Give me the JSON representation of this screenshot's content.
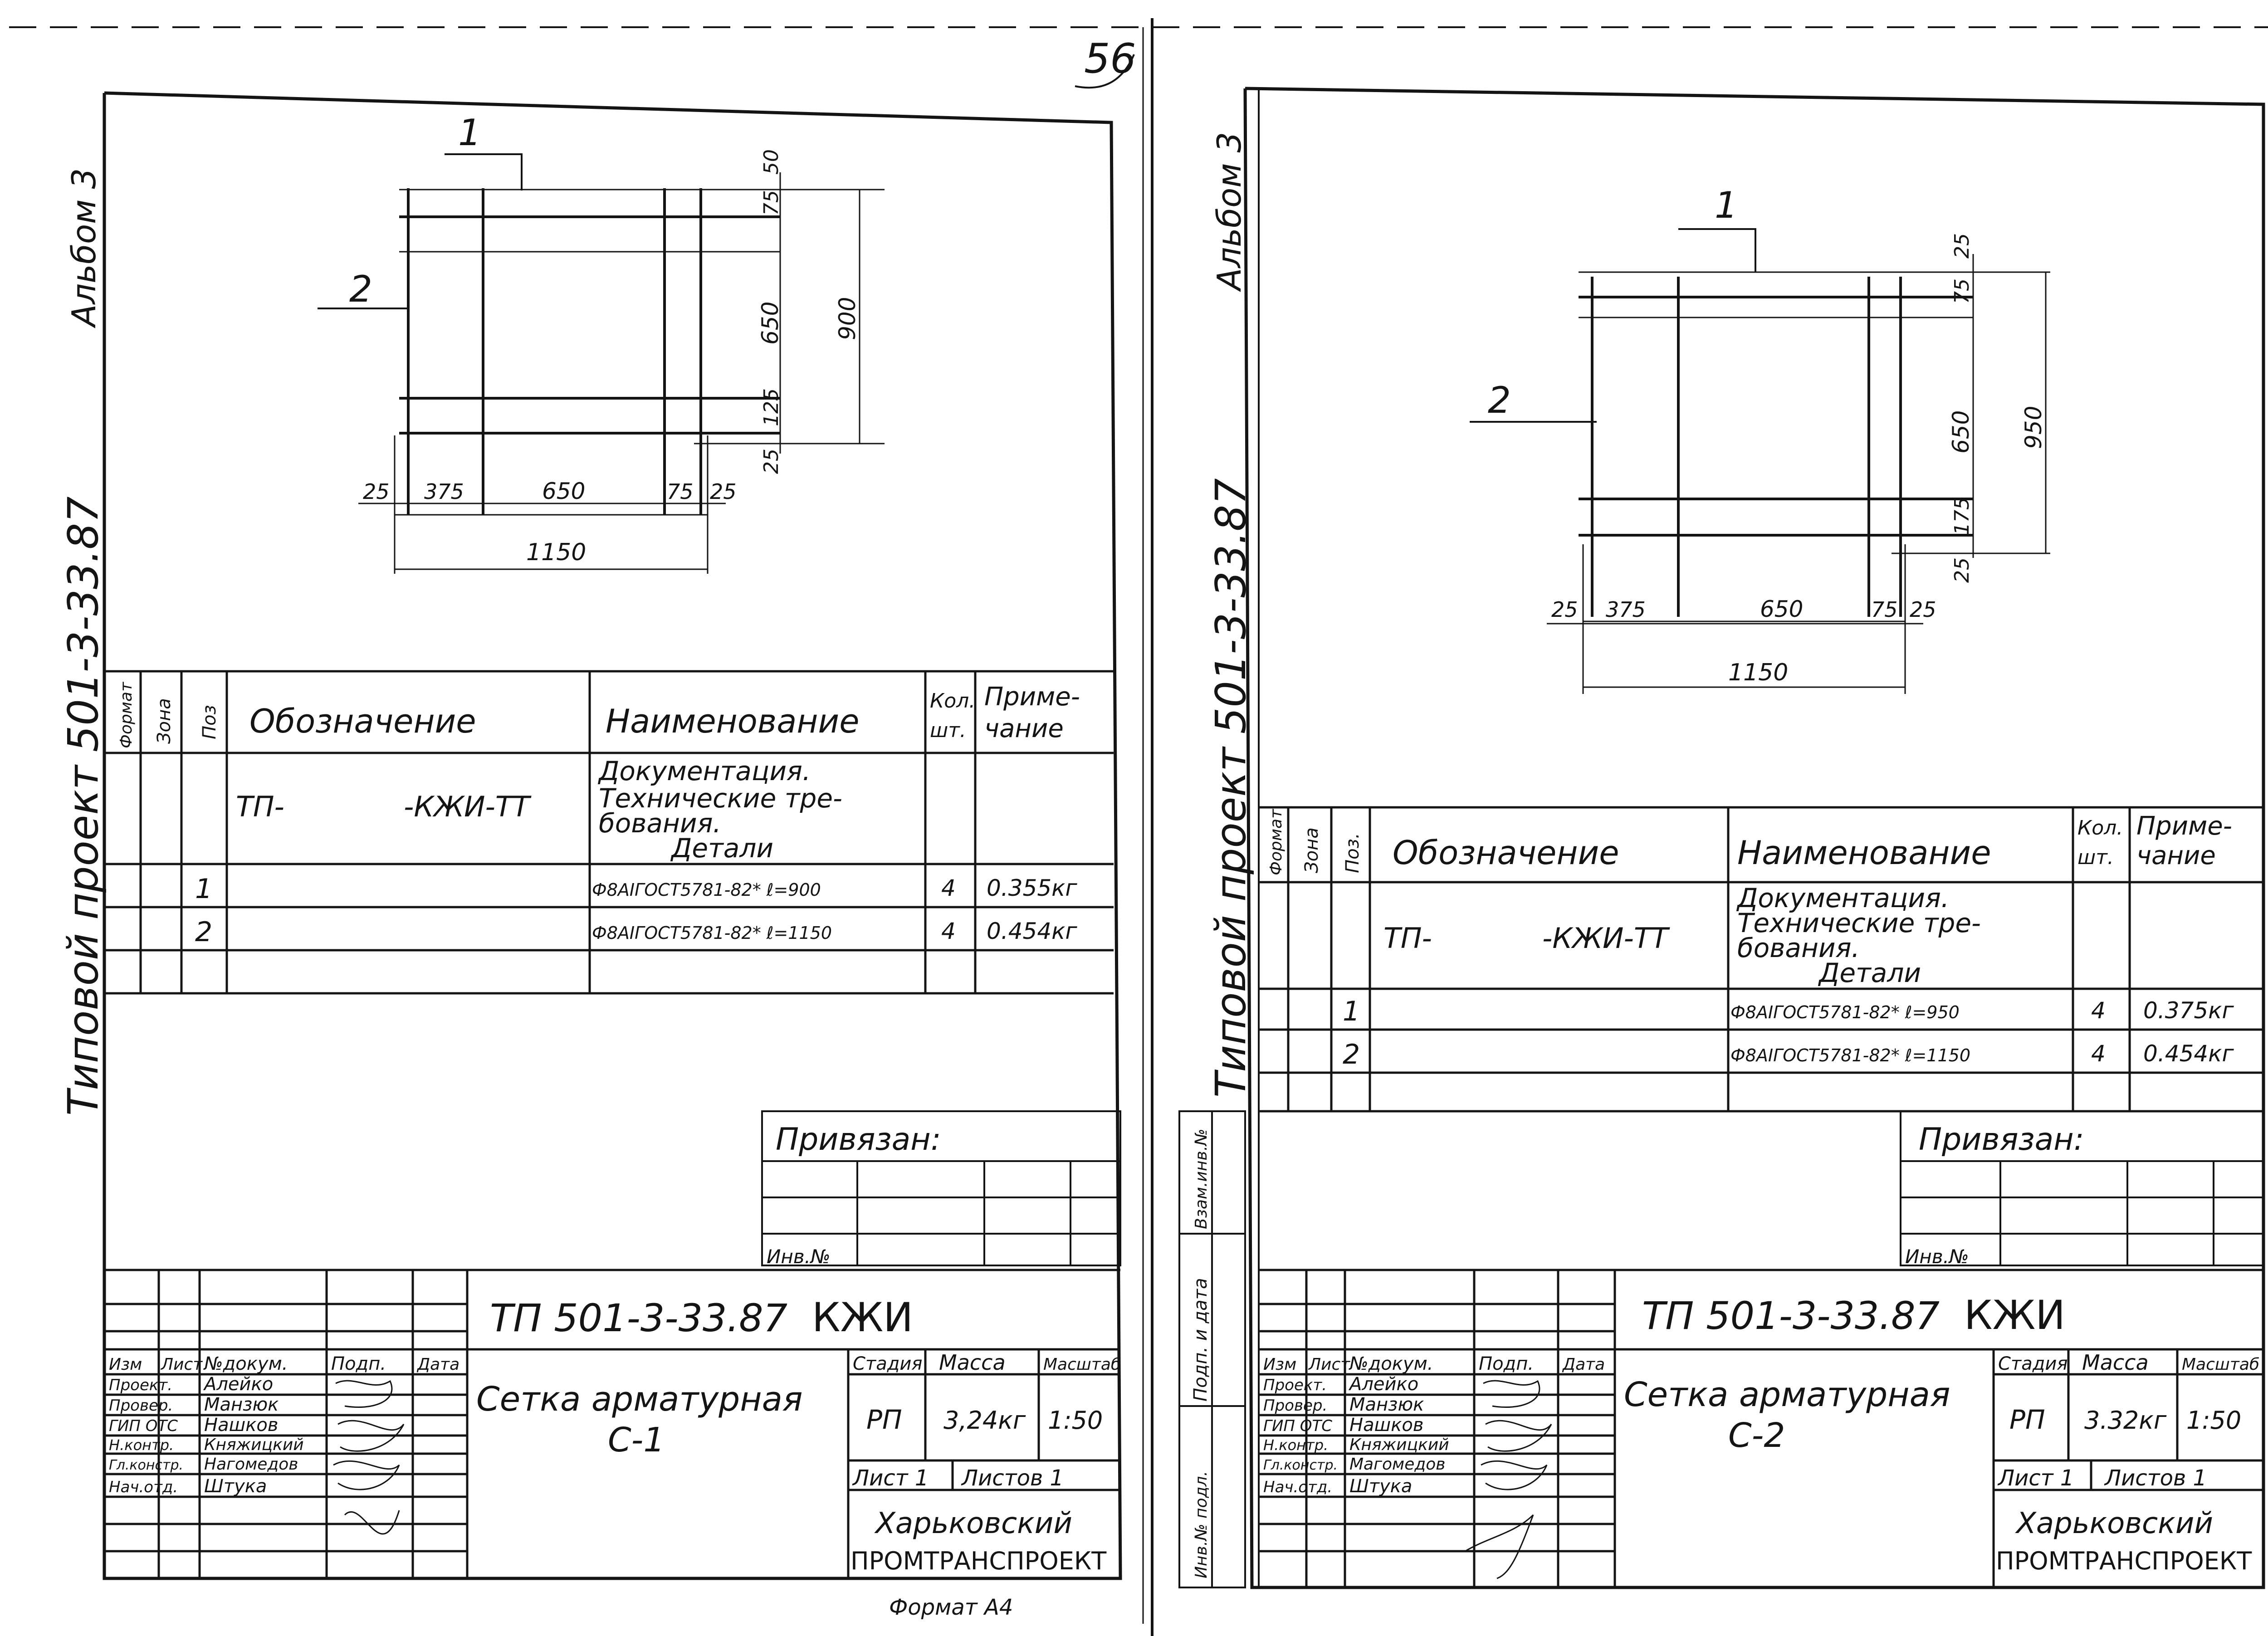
{
  "page_number": "56",
  "left_sheet": {
    "album": "Альбом 3",
    "project": "Типовой проект 501-3-33.87",
    "leader_1": "1",
    "leader_2": "2",
    "dims": {
      "top_a": "50",
      "top_b": "75",
      "mid": "650",
      "low_a": "125",
      "low_b": "25",
      "total_v": "900",
      "h1": "25",
      "h2": "375",
      "h3": "650",
      "h4": "75",
      "h5": "25",
      "total_h": "1150"
    },
    "spec": {
      "headers": [
        "Формат",
        "Зона",
        "Поз",
        "Обозначение",
        "Наименование",
        "Кол. шт.",
        "Примечание"
      ],
      "h_kol": [
        "Кол.",
        "шт."
      ],
      "h_prim": [
        "Приме-",
        "чание"
      ],
      "doc_code_a": "ТП-",
      "doc_code_b": "-КЖИ-ТТ",
      "doc_name": [
        "Документация.",
        "Технические тре-",
        "бования.",
        "Детали"
      ],
      "rows": [
        {
          "pos": "1",
          "name": "Ф8AIГОСТ5781-82* ℓ=900",
          "qty": "4",
          "note": "0.355кг"
        },
        {
          "pos": "2",
          "name": "Ф8AIГОСТ5781-82* ℓ=1150",
          "qty": "4",
          "note": "0.454кг"
        }
      ]
    },
    "bound": "Привязан:",
    "inv": "Инв.№",
    "stamp": {
      "code": "ТП 501-3-33.87",
      "mark": "КЖИ",
      "title": [
        "Сетка арматурная",
        "С-1"
      ],
      "col_heads": [
        "Изм",
        "Лист",
        "№докум.",
        "Подп.",
        "Дата"
      ],
      "staff": [
        [
          "Проект.",
          "Алейко"
        ],
        [
          "Провер.",
          "Манзюк"
        ],
        [
          "ГИП ОТС",
          "Нашков"
        ],
        [
          "Н.контр.",
          "Княжицкий"
        ],
        [
          "Гл.констр.",
          "Нагомедов"
        ],
        [
          "Нач.отд.",
          "Штука"
        ]
      ],
      "stage_heads": [
        "Стадия",
        "Масса",
        "Масштаб"
      ],
      "stage": "РП",
      "mass": "3,24кг",
      "scale": "1:50",
      "sheet": "Лист 1",
      "sheets": "Листов 1",
      "org": [
        "Харьковский",
        "ПРОМТРАНСПРОЕКТ"
      ]
    },
    "format_note": "Формат А4"
  },
  "right_sheet": {
    "album": "Альбом 3",
    "project": "Типовой проект 501-3-33.87",
    "leader_1": "1",
    "leader_2": "2",
    "dims": {
      "top_a": "25",
      "top_b": "75",
      "mid": "650",
      "low_a": "175",
      "low_b": "25",
      "total_v": "950",
      "h1": "25",
      "h2": "375",
      "h3": "650",
      "h4": "75",
      "h5": "25",
      "total_h": "1150"
    },
    "side_stamp": [
      "Инв.№ подл.",
      "Подп. и дата",
      "Взам.инв.№"
    ],
    "spec": {
      "headers": [
        "Формат",
        "Зона",
        "Поз.",
        "Обозначение",
        "Наименование",
        "Кол. шт.",
        "Примечание"
      ],
      "h_kol": [
        "Кол.",
        "шт."
      ],
      "h_prim": [
        "Приме-",
        "чание"
      ],
      "doc_code_a": "ТП-",
      "doc_code_b": "-КЖИ-ТТ",
      "doc_name": [
        "Документация.",
        "Технические тре-",
        "бования.",
        "Детали"
      ],
      "rows": [
        {
          "pos": "1",
          "name": "Ф8AIГОСТ5781-82* ℓ=950",
          "qty": "4",
          "note": "0.375кг"
        },
        {
          "pos": "2",
          "name": "Ф8AIГОСТ5781-82* ℓ=1150",
          "qty": "4",
          "note": "0.454кг"
        }
      ]
    },
    "bound": "Привязан:",
    "inv": "Инв.№",
    "stamp": {
      "code": "ТП 501-3-33.87",
      "mark": "КЖИ",
      "title": [
        "Сетка арматурная",
        "С-2"
      ],
      "col_heads": [
        "Изм",
        "Лист",
        "№докум.",
        "Подп.",
        "Дата"
      ],
      "staff": [
        [
          "Проект.",
          "Алейко"
        ],
        [
          "Провер.",
          "Манзюк"
        ],
        [
          "ГИП ОТС",
          "Нашков"
        ],
        [
          "Н.контр.",
          "Княжицкий"
        ],
        [
          "Гл.констр.",
          "Магомедов"
        ],
        [
          "Нач.отд.",
          "Штука"
        ]
      ],
      "stage_heads": [
        "Стадия",
        "Масса",
        "Масштаб"
      ],
      "stage": "РП",
      "mass": "3.32кг",
      "scale": "1:50",
      "sheet": "Лист 1",
      "sheets": "Листов 1",
      "org": [
        "Харьковский",
        "ПРОМТРАНСПРОЕКТ"
      ]
    }
  }
}
